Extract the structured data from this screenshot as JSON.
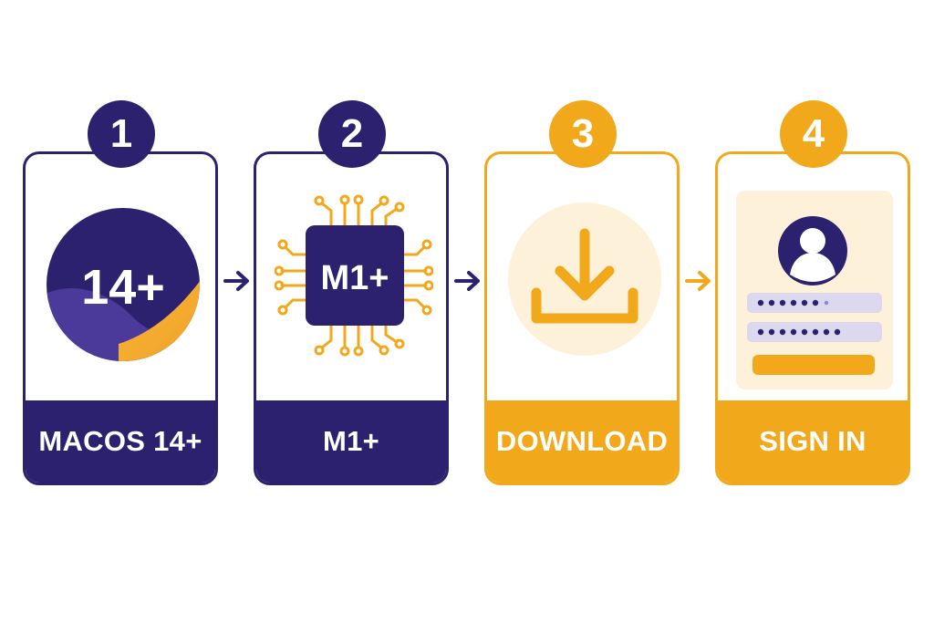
{
  "colors": {
    "navy": "#2b216e",
    "gold": "#f2a81b",
    "cream": "#fdf1d9",
    "lavender": "#dcd9ef",
    "purple": "#4b3a9a"
  },
  "steps": [
    {
      "number": "1",
      "label": "MACOS 14+",
      "art_text": "14+",
      "icon": "macos-version-circle-icon",
      "theme": "navy"
    },
    {
      "number": "2",
      "label": "M1+",
      "art_text": "M1+",
      "icon": "m1-chip-icon",
      "theme": "navy"
    },
    {
      "number": "3",
      "label": "DOWNLOAD",
      "art_text": "",
      "icon": "download-icon",
      "theme": "gold"
    },
    {
      "number": "4",
      "label": "SIGN IN",
      "art_text": "",
      "icon": "sign-in-form-icon",
      "theme": "gold"
    }
  ],
  "connectors": [
    {
      "icon": "arrow-right-icon",
      "color": "#2b216e"
    },
    {
      "icon": "arrow-right-icon",
      "color": "#2b216e"
    },
    {
      "icon": "arrow-right-icon",
      "color": "#f2a81b"
    }
  ],
  "sign_in_form": {
    "fields": [
      "password-dots",
      "password-dots"
    ],
    "button": "submit-bar"
  }
}
